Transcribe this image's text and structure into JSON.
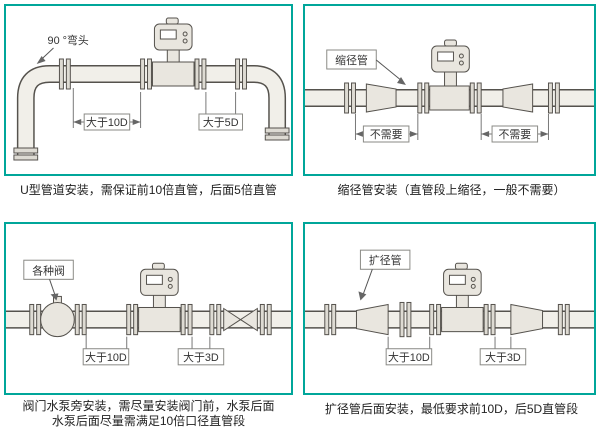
{
  "colors": {
    "panel_border": "#00a69a",
    "line_stroke": "#55524d",
    "pipe_fill": "#f1efe9",
    "caption_text": "#222222"
  },
  "panels": {
    "u_type": {
      "annotation": "90 °弯头",
      "dim_left": "大于10D",
      "dim_right": "大于5D",
      "caption": "U型管道安装，需保证前10倍直管，后面5倍直管"
    },
    "reducer": {
      "annotation": "缩径管",
      "dim_left": "不需要",
      "dim_right": "不需要",
      "caption": "缩径管安装（直管段上缩径，一般不需要）"
    },
    "valve": {
      "annotation": "各种阀",
      "dim_left": "大于10D",
      "dim_right": "大于3D",
      "caption_line1": "阀门水泵旁安装，需尽量安装阀门前，水泵后面",
      "caption_line2": "水泵后面尽量需满足10倍口径直管段"
    },
    "expander": {
      "annotation": "扩径管",
      "dim_left": "大于10D",
      "dim_right": "大于3D",
      "caption": "扩径管后面安装，最低要求前10D，后5D直管段"
    }
  }
}
